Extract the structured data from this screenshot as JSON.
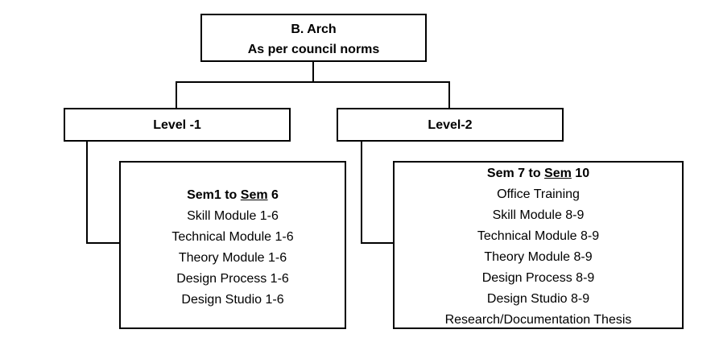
{
  "root": {
    "line1": "B. Arch",
    "line2": "As per council norms"
  },
  "levels": [
    {
      "label": "Level -1",
      "semester_head_a": "Sem1 to ",
      "semester_head_b": "Sem",
      "semester_head_c": " 6",
      "items": [
        "Skill Module 1-6",
        "Technical Module 1-6",
        "Theory Module 1-6",
        "Design Process 1-6",
        "Design Studio 1-6"
      ]
    },
    {
      "label": "Level-2",
      "semester_head_a": "Sem 7 to ",
      "semester_head_b": "Sem",
      "semester_head_c": " 10",
      "items": [
        "Office Training",
        "Skill Module 8-9",
        "Technical Module 8-9",
        "Theory Module 8-9",
        "Design Process 8-9",
        "Design Studio 8-9",
        "Research/Documentation Thesis"
      ]
    }
  ]
}
